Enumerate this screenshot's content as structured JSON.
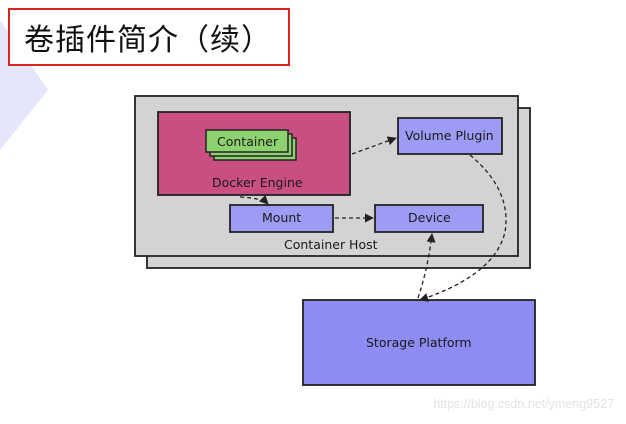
{
  "title": "卷插件简介（续）",
  "diagram": {
    "container_label": "Container",
    "docker_engine_label": "Docker Engine",
    "volume_plugin_label": "Volume Plugin",
    "mount_label": "Mount",
    "device_label": "Device",
    "container_host_label": "Container Host",
    "storage_platform_label": "Storage Platform"
  },
  "watermark": "https://blog.csdn.net/ymeng9527",
  "colors": {
    "title_border": "#d9261c",
    "host_fill": "#d3d3d3",
    "docker_engine_fill": "#c94f82",
    "container_fill": "#8ed26f",
    "blue_box_fill": "#9d9cf5",
    "storage_fill": "#8c8cf3",
    "wedge": "#e6e6fa"
  }
}
